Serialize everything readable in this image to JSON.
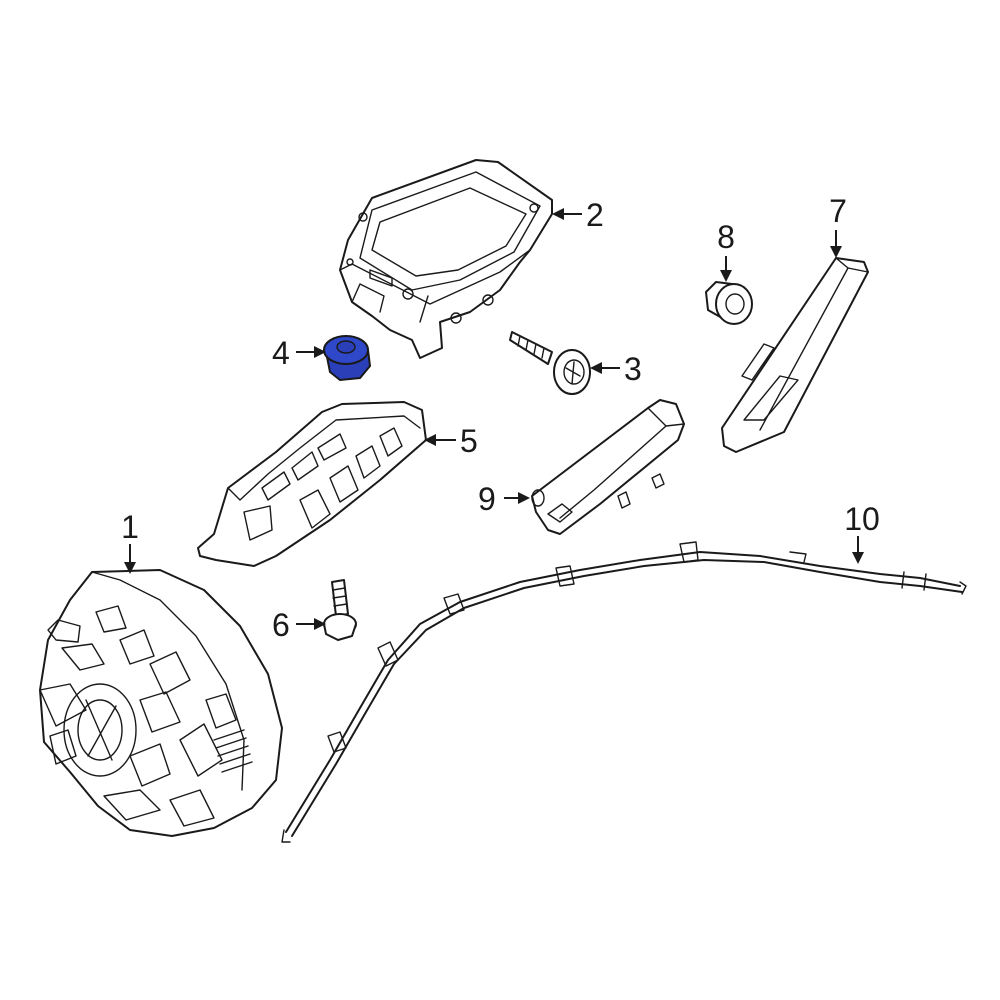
{
  "callouts": [
    {
      "id": "1",
      "label": "1"
    },
    {
      "id": "2",
      "label": "2"
    },
    {
      "id": "3",
      "label": "3"
    },
    {
      "id": "4",
      "label": "4"
    },
    {
      "id": "5",
      "label": "5"
    },
    {
      "id": "6",
      "label": "6"
    },
    {
      "id": "7",
      "label": "7"
    },
    {
      "id": "8",
      "label": "8"
    },
    {
      "id": "9",
      "label": "9"
    },
    {
      "id": "10",
      "label": "10"
    }
  ],
  "colors": {
    "line": "#1a1a1a",
    "highlight": "#2a3fb8",
    "background": "#ffffff"
  },
  "highlighted_part": "4"
}
